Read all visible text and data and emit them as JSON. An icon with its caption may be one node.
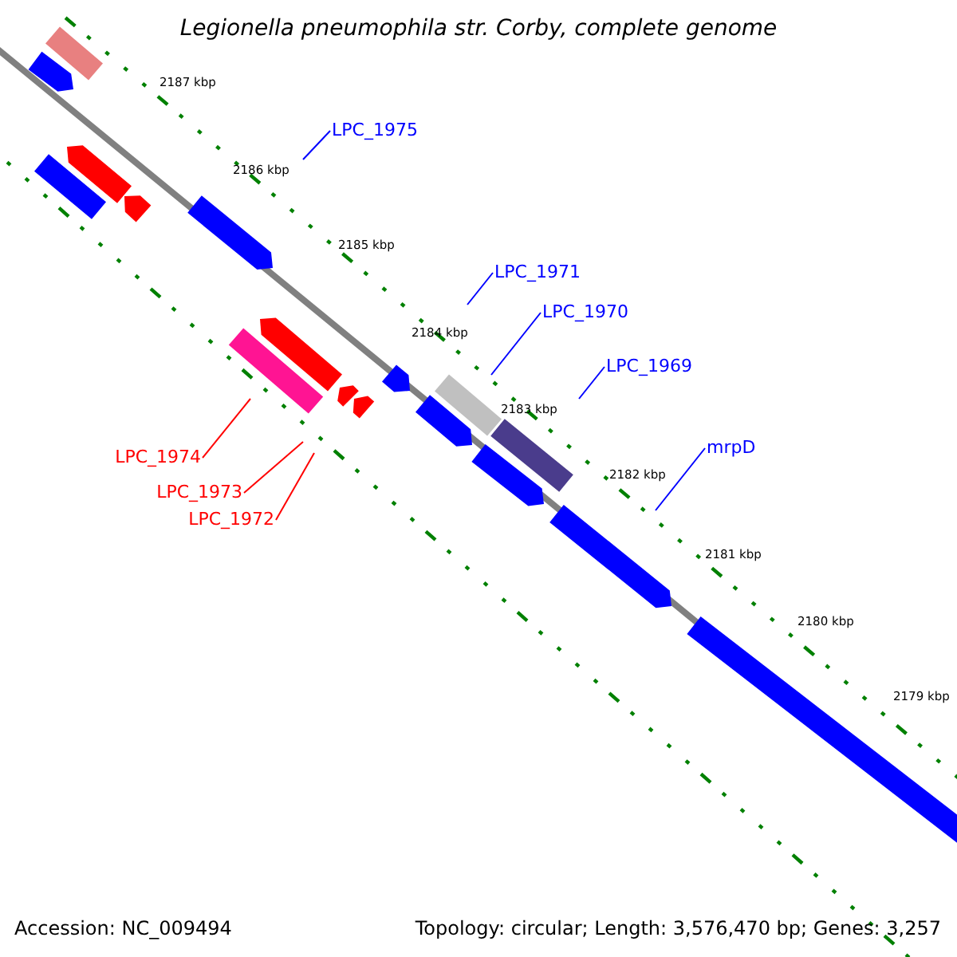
{
  "diagram": {
    "title": "Legionella pneumophila str. Corby, complete genome",
    "nodes": [
      {
        "text": [
          "LPC_1975"
        ]
      },
      {
        "text": [
          "LPC_1971"
        ]
      },
      {
        "text": [
          "LPC_1970"
        ]
      },
      {
        "text": [
          "LPC_1969"
        ]
      },
      {
        "text": [
          "mrpD"
        ]
      },
      {
        "text": [
          "LPC_1974"
        ]
      },
      {
        "text": [
          "LPC_1973"
        ]
      },
      {
        "text": [
          "LPC_1972"
        ]
      }
    ],
    "edges": [
      {
        "from": 0,
        "to": null,
        "arrow": "none"
      },
      {
        "from": 1,
        "to": null,
        "arrow": "none"
      },
      {
        "from": 2,
        "to": null,
        "arrow": "none"
      },
      {
        "from": 3,
        "to": null,
        "arrow": "none"
      },
      {
        "from": 4,
        "to": null,
        "arrow": "none"
      },
      {
        "from": 5,
        "to": null,
        "arrow": "none",
        "color": "#ff0000"
      },
      {
        "from": 6,
        "to": null,
        "arrow": "none",
        "color": "#ff0000"
      },
      {
        "from": 7,
        "to": null,
        "arrow": "none",
        "color": "#ff0000"
      }
    ],
    "labels": [
      "2187 kbp",
      "2186 kbp",
      "2185 kbp",
      "2184 kbp",
      "2183 kbp",
      "2182 kbp",
      "2181 kbp",
      "2180 kbp",
      "2179 kbp",
      "Accession: NC_009494",
      "Topology: circular; Length: 3,576,470 bp; Genes: 3,257"
    ]
  }
}
